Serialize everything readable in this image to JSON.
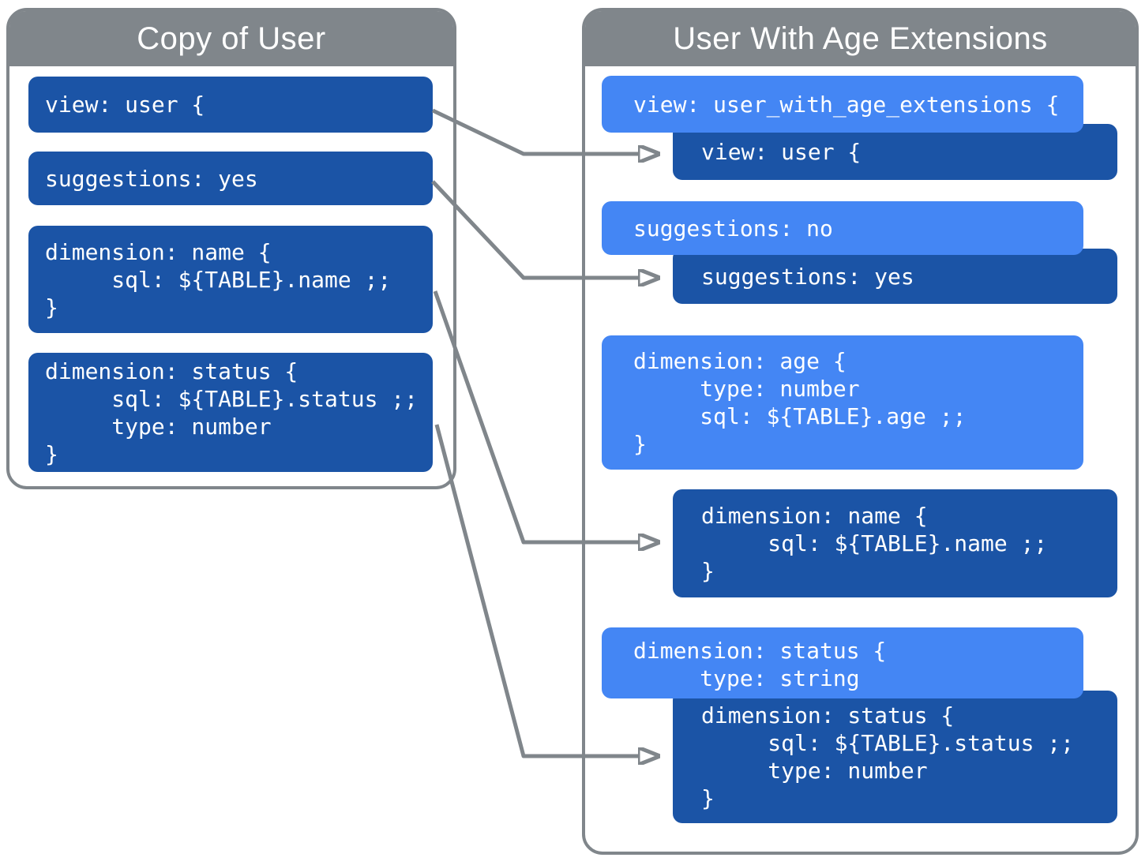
{
  "palette": {
    "header_gray": "#80868B",
    "dark_blue": "#1B54A6",
    "light_blue": "#4486F4",
    "text_white": "#FFFFFF"
  },
  "left_panel": {
    "title": "Copy of User",
    "blocks": [
      {
        "style": "dark",
        "code": "view: user {"
      },
      {
        "style": "dark",
        "code": "suggestions: yes"
      },
      {
        "style": "dark",
        "code": "dimension: name {\n     sql: ${TABLE}.name ;;\n}"
      },
      {
        "style": "dark",
        "code": "dimension: status {\n     sql: ${TABLE}.status ;;\n     type: number\n}"
      }
    ]
  },
  "right_panel": {
    "title": "User With Age Extensions",
    "blocks": [
      {
        "style": "light",
        "code": "view: user_with_age_extensions {"
      },
      {
        "style": "dark",
        "code": "view: user {"
      },
      {
        "style": "light",
        "code": "suggestions: no"
      },
      {
        "style": "dark",
        "code": "suggestions: yes"
      },
      {
        "style": "light",
        "code": "dimension: age {\n     type: number\n     sql: ${TABLE}.age ;;\n}"
      },
      {
        "style": "dark",
        "code": "dimension: name {\n     sql: ${TABLE}.name ;;\n}"
      },
      {
        "style": "light",
        "code": "dimension: status {\n     type: string"
      },
      {
        "style": "dark",
        "code": "dimension: status {\n     sql: ${TABLE}.status ;;\n     type: number\n}"
      }
    ]
  },
  "connections": [
    {
      "from": "view: user {",
      "to": "view: user {"
    },
    {
      "from": "suggestions: yes",
      "to": "suggestions: yes"
    },
    {
      "from": "dimension: name",
      "to": "dimension: name"
    },
    {
      "from": "dimension: status",
      "to": "dimension: status"
    }
  ]
}
